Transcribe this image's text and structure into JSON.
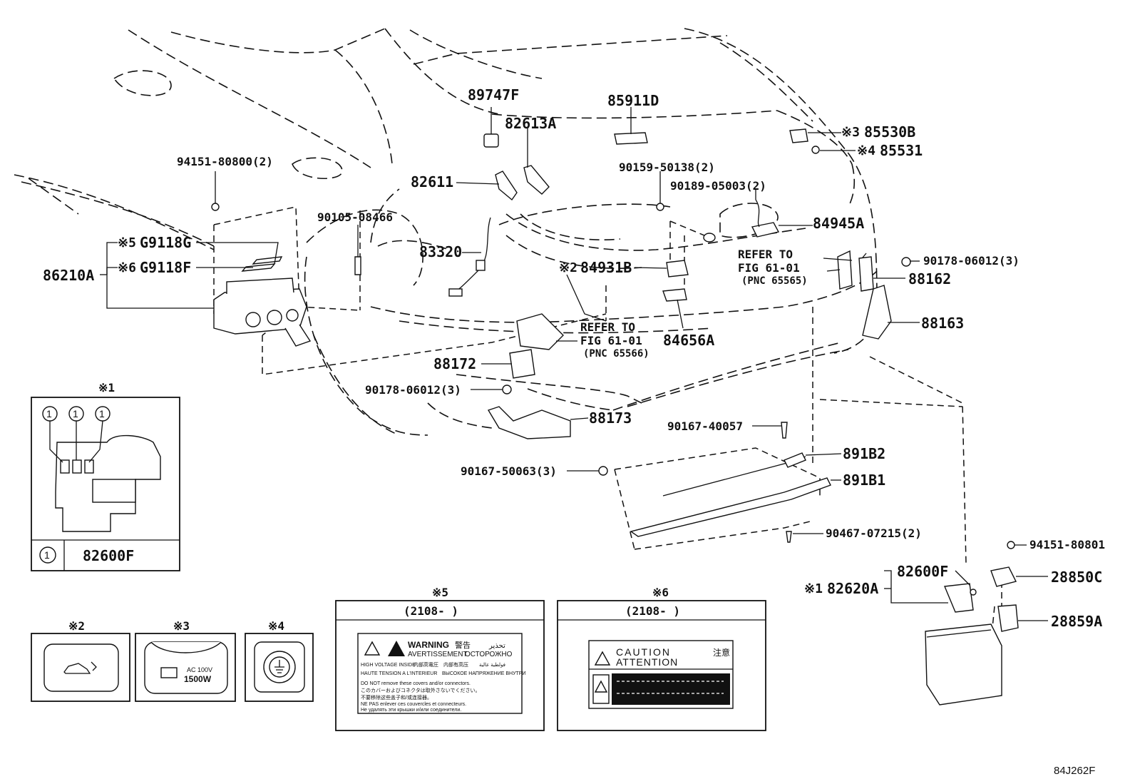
{
  "diagram_code": "84J262F",
  "callouts": {
    "p89747F": "89747F",
    "p82613A": "82613A",
    "p85911D": "85911D",
    "p85530B": "85530B",
    "p85531": "85531",
    "p94151_80800": "94151-80800(2)",
    "p82611": "82611",
    "p90159_50138": "90159-50138(2)",
    "p90189_05003": "90189-05003(2)",
    "p84945A": "84945A",
    "p90105_08466": "90105-08466",
    "pG9118G": "G9118G",
    "pG9118F": "G9118F",
    "p86210A": "86210A",
    "p83320": "83320",
    "p84931B": "84931B",
    "p90178_06012_r": "90178-06012(3)",
    "p88162": "88162",
    "p88163": "88163",
    "p84656A": "84656A",
    "p88172": "88172",
    "p90178_06012_l": "90178-06012(3)",
    "p88173": "88173",
    "p90167_40057": "90167-40057",
    "p891B2": "891B2",
    "p90167_50063": "90167-50063(3)",
    "p891B1": "891B1",
    "p90467_07215": "90467-07215(2)",
    "p94151_80801": "94151-80801",
    "p82600F": "82600F",
    "p82620A": "82620A",
    "p28850C": "28850C",
    "p28859A": "28859A"
  },
  "notes": {
    "n1": "※1",
    "n2": "※2",
    "n3": "※3",
    "n4": "※4",
    "n5": "※5",
    "n6": "※6"
  },
  "refer_right": {
    "line1": "REFER TO",
    "line2": "FIG 61-01",
    "line3": "(PNC 65565)"
  },
  "refer_center": {
    "line1": "REFER TO",
    "line2": "FIG 61-01",
    "line3": "(PNC 65566)"
  },
  "inset1": {
    "title": "※1",
    "circle": "1",
    "part": "82600F"
  },
  "inset2": {
    "title": "※2"
  },
  "inset3": {
    "title": "※3",
    "ac": "AC 100V",
    "watts": "1500W"
  },
  "inset4": {
    "title": "※4"
  },
  "inset5": {
    "title": "※5",
    "date": "(2108-      )",
    "warning": "WARNING",
    "warning_jp": "警告",
    "warning_ar": "تحذير",
    "avert": "AVERTISSEMENT",
    "ru": "ОСТОРОЖНО",
    "l1": "HIGH VOLTAGE INSIDE",
    "l1b": "内部高電圧",
    "l1c": "内部有高压",
    "l1d": "فولطية عالية",
    "l2": "HAUTE TENSION A L'INTERIEUR",
    "l2b": "ВЫСОКОЕ НАПРЯЖЕНИЕ ВНУТРИ",
    "l3": "DO NOT remove these covers and/or connectors.",
    "l4": "このカバーおよびコネクタは取外さないでください。",
    "l5": "不要移除这些盖子和/或连接器。",
    "l6": "NE PAS enlever ces couvercles et connecteurs.",
    "l7": "Не удалять эти крышки и/или соединители."
  },
  "inset6": {
    "title": "※6",
    "date": "(2108-      )",
    "caution": "CAUTION",
    "caution_jp": "注意",
    "attention": "ATTENTION"
  }
}
